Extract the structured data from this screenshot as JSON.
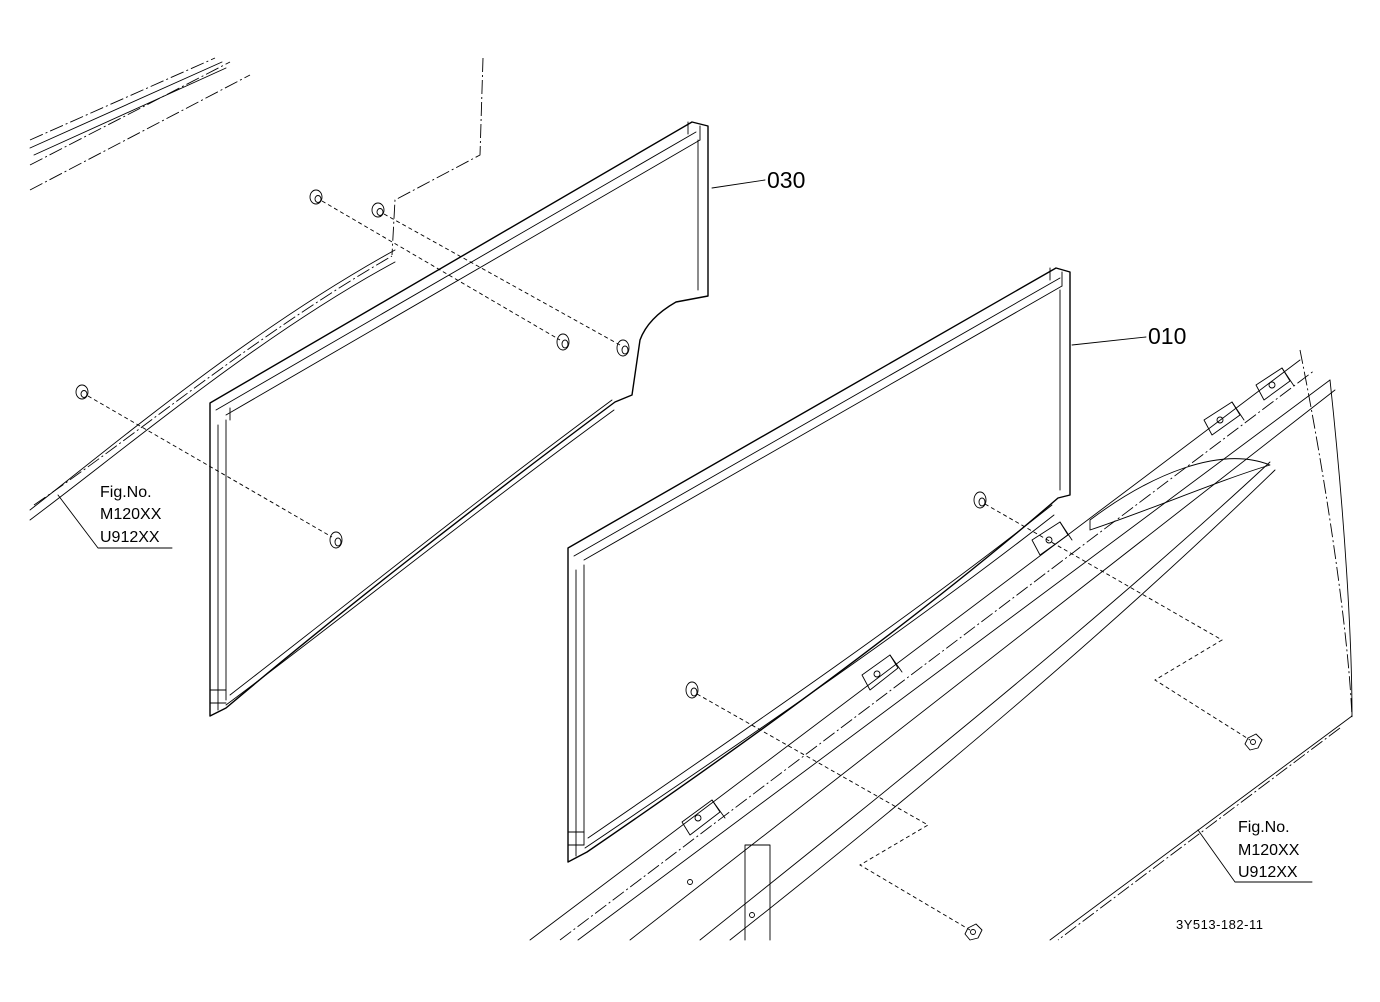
{
  "callouts": [
    {
      "id": "030"
    },
    {
      "id": "010"
    }
  ],
  "fig_ref_left": {
    "line1": "Fig.No.",
    "line2": "M120XX",
    "line3": "U912XX"
  },
  "fig_ref_right": {
    "line1": "Fig.No.",
    "line2": "M120XX",
    "line3": "U912XX"
  },
  "drawing_code": "3Y513-182-11",
  "colors": {
    "line": "#000000",
    "background": "#ffffff"
  }
}
